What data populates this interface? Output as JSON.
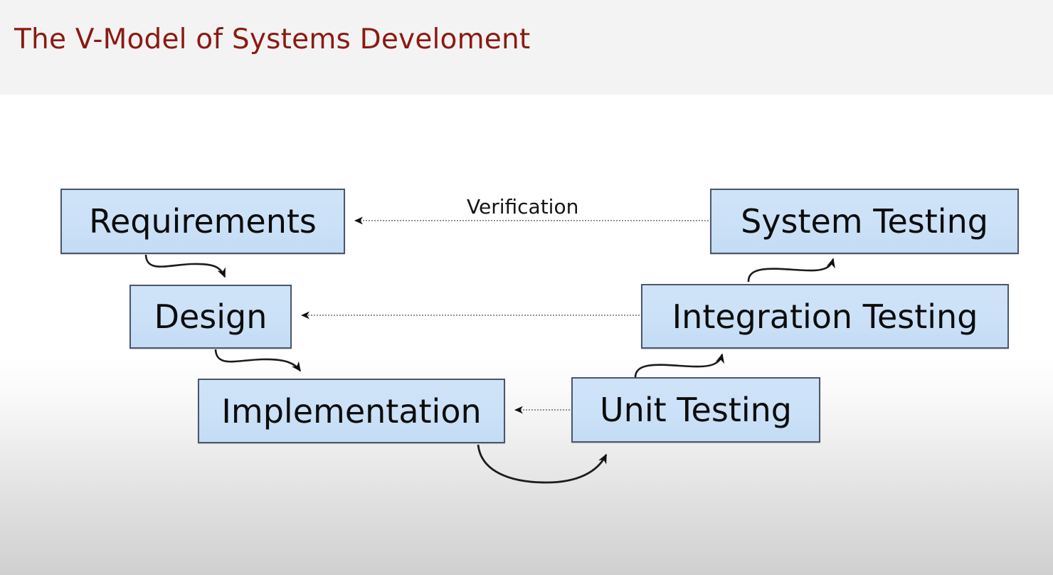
{
  "slide": {
    "title": "The V-Model of Systems Develoment",
    "title_color": "#8b1a11",
    "header_background": "#f3f3f3",
    "canvas_background": "#ffffff"
  },
  "diagram": {
    "type": "v-model",
    "node_fill": "#cfe3f8",
    "node_border": "#4c566a",
    "node_text_color": "#0c0c0c",
    "nodes": [
      {
        "id": "requirements",
        "label": "Requirements",
        "side": "left",
        "level": 1
      },
      {
        "id": "design",
        "label": "Design",
        "side": "left",
        "level": 2
      },
      {
        "id": "implementation",
        "label": "Implementation",
        "side": "left",
        "level": 3
      },
      {
        "id": "unit-testing",
        "label": "Unit Testing",
        "side": "right",
        "level": 3
      },
      {
        "id": "integration-testing",
        "label": "Integration Testing",
        "side": "right",
        "level": 2
      },
      {
        "id": "system-testing",
        "label": "System Testing",
        "side": "right",
        "level": 1
      }
    ],
    "edges": [
      {
        "id": "req-to-design",
        "from": "requirements",
        "to": "design",
        "style": "solid-curve",
        "label": ""
      },
      {
        "id": "design-to-impl",
        "from": "design",
        "to": "implementation",
        "style": "solid-curve",
        "label": ""
      },
      {
        "id": "impl-to-unit",
        "from": "implementation",
        "to": "unit-testing",
        "style": "solid-curve",
        "label": ""
      },
      {
        "id": "unit-to-integration",
        "from": "unit-testing",
        "to": "integration-testing",
        "style": "solid-curve",
        "label": ""
      },
      {
        "id": "integration-to-system",
        "from": "integration-testing",
        "to": "system-testing",
        "style": "solid-curve",
        "label": ""
      },
      {
        "id": "system-to-req",
        "from": "system-testing",
        "to": "requirements",
        "style": "dotted-line",
        "label": "Verification"
      },
      {
        "id": "integration-to-design",
        "from": "integration-testing",
        "to": "design",
        "style": "dotted-line",
        "label": ""
      },
      {
        "id": "unit-to-impl",
        "from": "unit-testing",
        "to": "implementation",
        "style": "dotted-line",
        "label": ""
      }
    ],
    "labels": {
      "verification": "Verification"
    }
  }
}
